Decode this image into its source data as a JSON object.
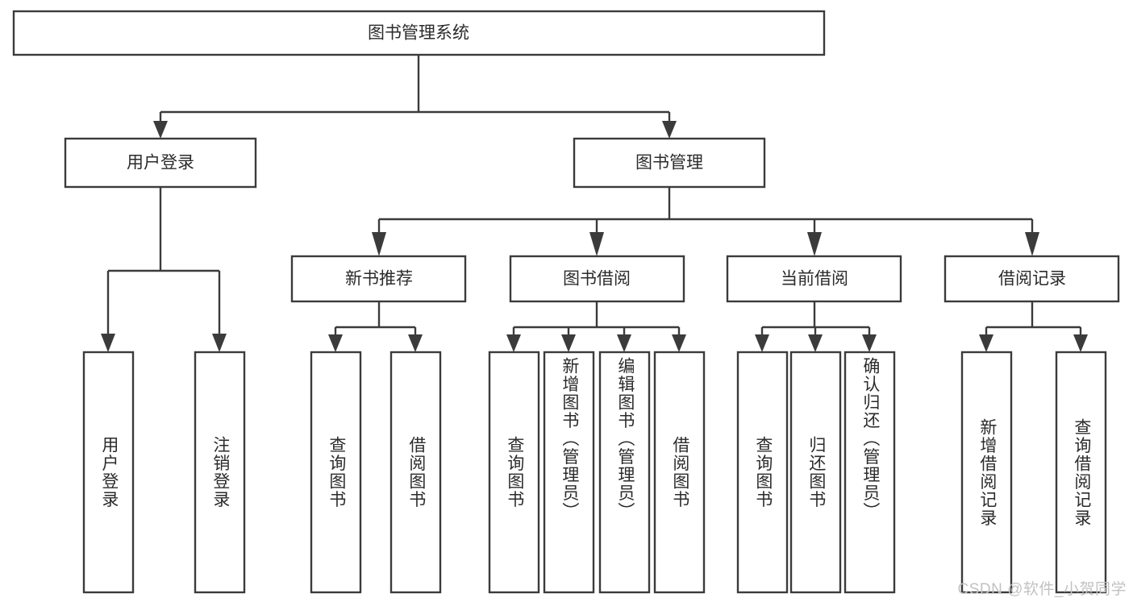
{
  "diagram": {
    "type": "tree-hierarchy",
    "title": "图书管理系统",
    "watermark": "CSDN @软件_小贺同学",
    "colors": {
      "stroke": "#3b3b3b",
      "box_fill": "#ffffff",
      "text": "#2b2b2b",
      "background": "#ffffff",
      "watermark": "#c2c2c2"
    },
    "root": {
      "label": "图书管理系统",
      "orientation": "horizontal"
    },
    "level2": [
      {
        "id": "user-login",
        "label": "用户登录",
        "orientation": "horizontal"
      },
      {
        "id": "book-manage",
        "label": "图书管理",
        "orientation": "horizontal"
      }
    ],
    "level3": [
      {
        "id": "new-book-recommend",
        "label": "新书推荐",
        "parent": "book-manage",
        "orientation": "horizontal"
      },
      {
        "id": "book-borrow",
        "label": "图书借阅",
        "parent": "book-manage",
        "orientation": "horizontal"
      },
      {
        "id": "current-borrow",
        "label": "当前借阅",
        "parent": "book-manage",
        "orientation": "horizontal"
      },
      {
        "id": "borrow-record",
        "label": "借阅记录",
        "parent": "book-manage",
        "orientation": "horizontal"
      }
    ],
    "leaves": [
      {
        "id": "leaf-user-login",
        "label": "用户登录",
        "parent": "user-login",
        "orientation": "vertical"
      },
      {
        "id": "leaf-logout",
        "label": "注销登录",
        "parent": "user-login",
        "orientation": "vertical"
      },
      {
        "id": "leaf-query-book-1",
        "label": "查询图书",
        "parent": "new-book-recommend",
        "orientation": "vertical"
      },
      {
        "id": "leaf-borrow-book-1",
        "label": "借阅图书",
        "parent": "new-book-recommend",
        "orientation": "vertical"
      },
      {
        "id": "leaf-query-book-2",
        "label": "查询图书",
        "parent": "book-borrow",
        "orientation": "vertical"
      },
      {
        "id": "leaf-add-book",
        "label": "新增图书（管理员）",
        "parent": "book-borrow",
        "orientation": "vertical"
      },
      {
        "id": "leaf-edit-book",
        "label": "编辑图书（管理员）",
        "parent": "book-borrow",
        "orientation": "vertical"
      },
      {
        "id": "leaf-borrow-book-2",
        "label": "借阅图书",
        "parent": "book-borrow",
        "orientation": "vertical"
      },
      {
        "id": "leaf-query-book-3",
        "label": "查询图书",
        "parent": "current-borrow",
        "orientation": "vertical"
      },
      {
        "id": "leaf-return-book",
        "label": "归还图书",
        "parent": "current-borrow",
        "orientation": "vertical"
      },
      {
        "id": "leaf-confirm-return",
        "label": "确认归还（管理员）",
        "parent": "current-borrow",
        "orientation": "vertical"
      },
      {
        "id": "leaf-add-record",
        "label": "新增借阅记录",
        "parent": "borrow-record",
        "orientation": "vertical"
      },
      {
        "id": "leaf-query-record",
        "label": "查询借阅记录",
        "parent": "borrow-record",
        "orientation": "vertical"
      }
    ]
  }
}
